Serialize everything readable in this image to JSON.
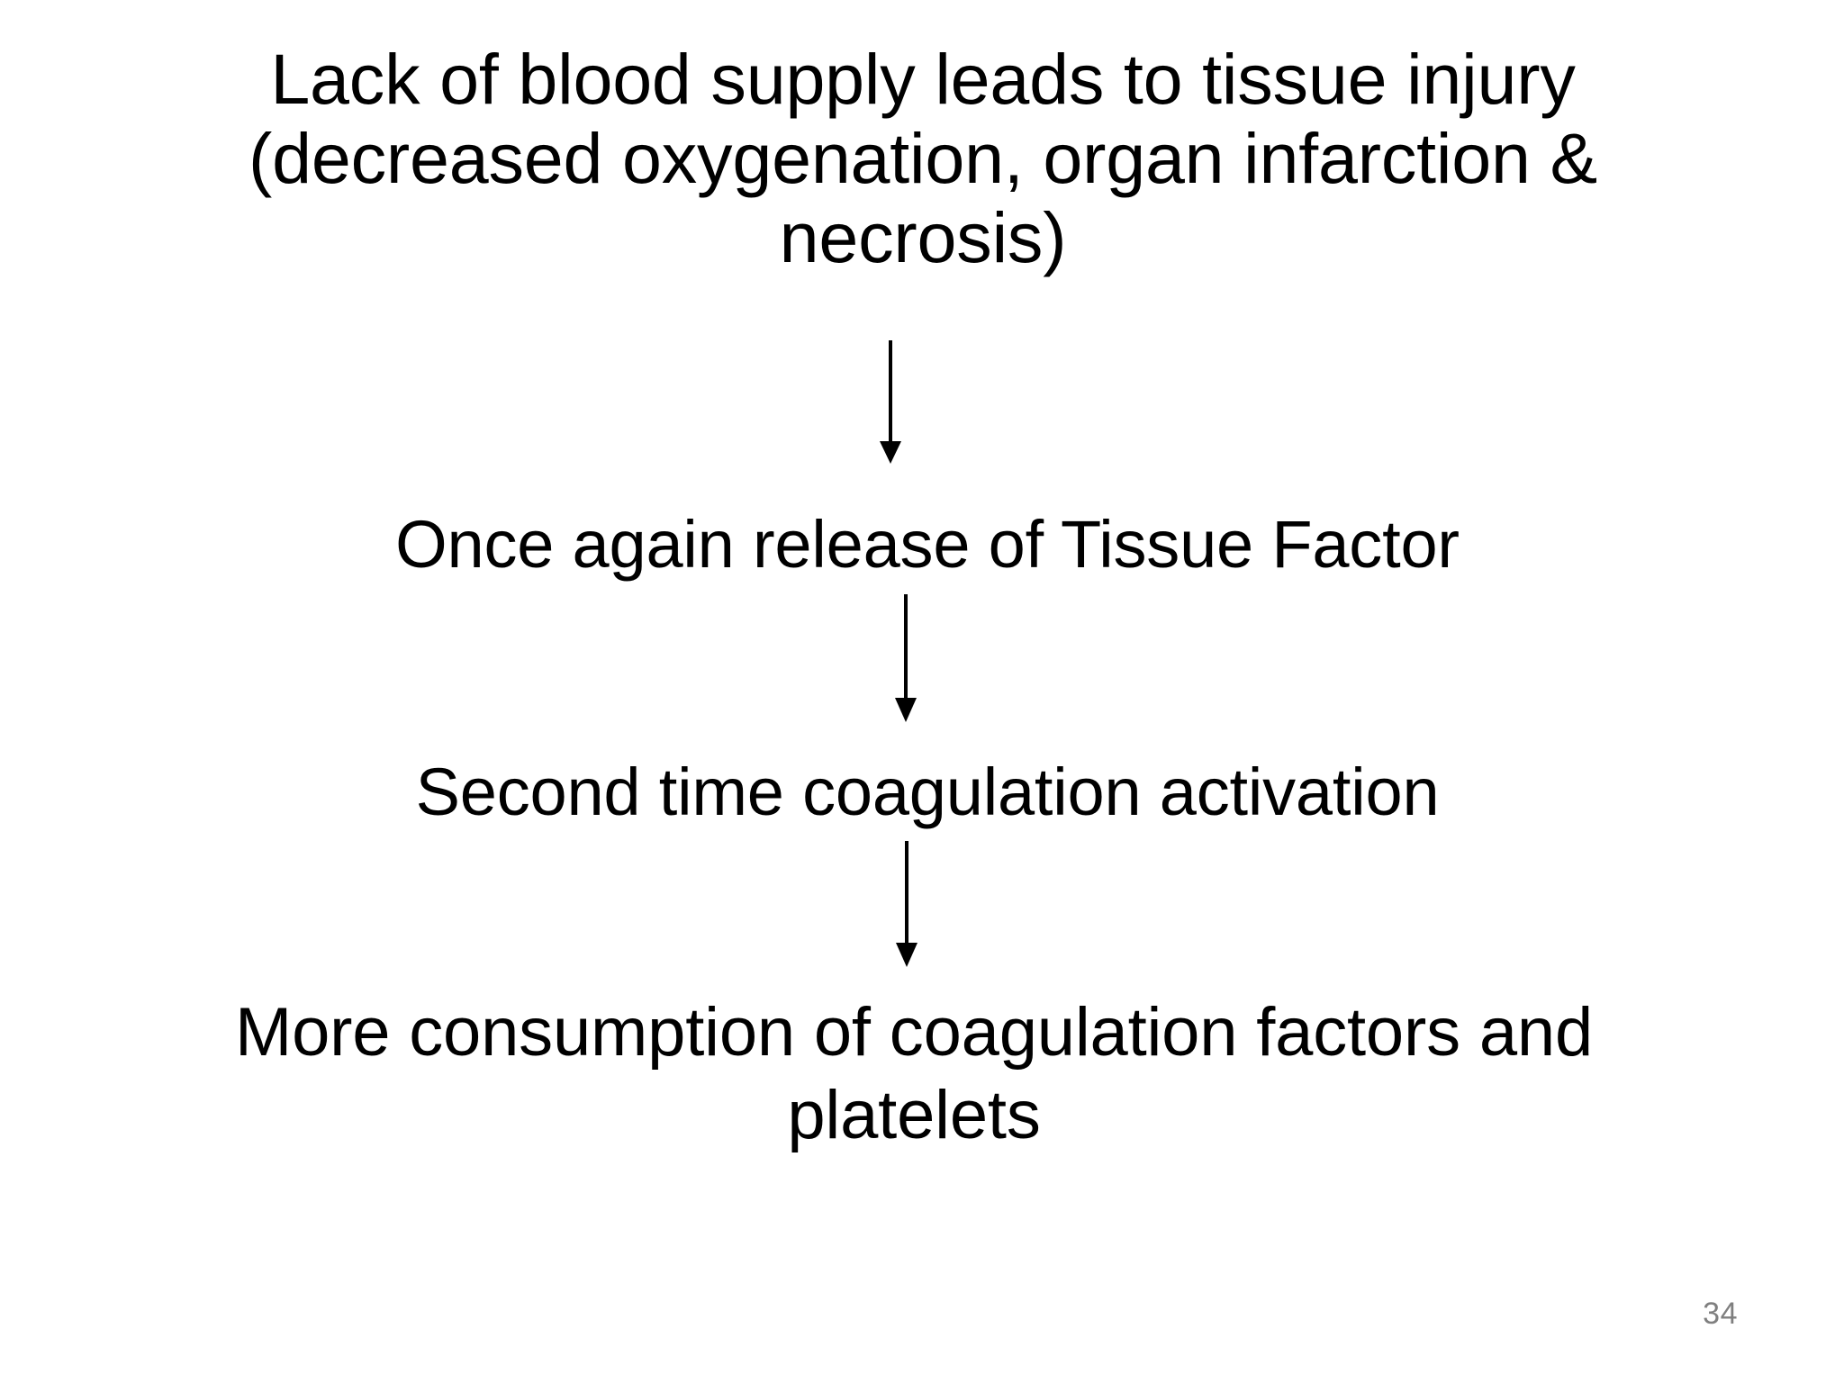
{
  "slide": {
    "background_color": "#ffffff",
    "text_color": "#000000",
    "page_number": "34",
    "page_number_color": "#7f7f7f"
  },
  "flow": {
    "steps": [
      {
        "id": "tissue-injury",
        "text": "Lack of blood supply leads to tissue injury (decreased oxygenation, organ infarction & necrosis)"
      },
      {
        "id": "tissue-factor",
        "text": "Once again release of Tissue Factor"
      },
      {
        "id": "second-activation",
        "text": "Second time coagulation activation"
      },
      {
        "id": "more-consumption",
        "text": "More consumption of coagulation factors and platelets"
      }
    ],
    "connectors": [
      {
        "id": "arrow-1",
        "from": "tissue-injury",
        "to": "tissue-factor",
        "direction": "down",
        "color": "#000000"
      },
      {
        "id": "arrow-2",
        "from": "tissue-factor",
        "to": "second-activation",
        "direction": "down",
        "color": "#000000"
      },
      {
        "id": "arrow-3",
        "from": "second-activation",
        "to": "more-consumption",
        "direction": "down",
        "color": "#000000"
      }
    ]
  }
}
